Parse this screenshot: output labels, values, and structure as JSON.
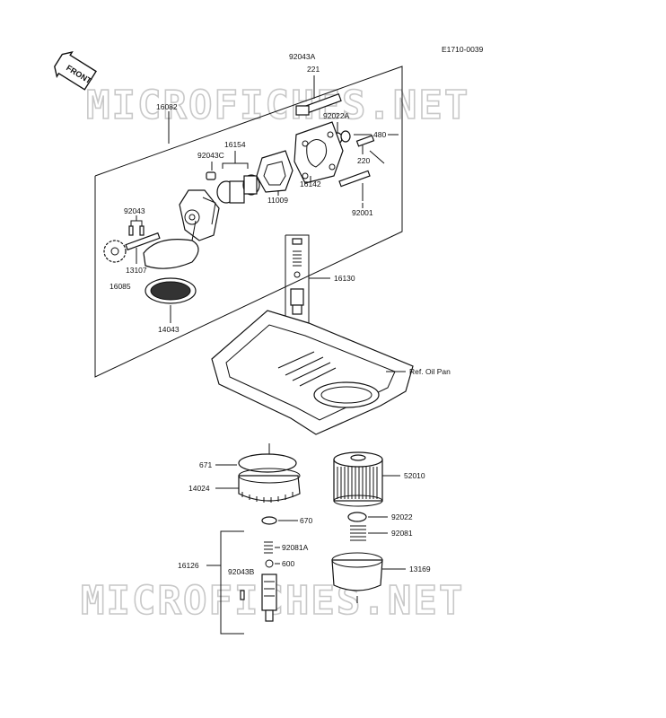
{
  "diagram": {
    "code": "E1710-0039",
    "front_label": "FRONT",
    "watermark": "MICROFICHES.NET",
    "labels": {
      "p92043A": "92043A",
      "p221": "221",
      "p16082": "16082",
      "p92022A": "92022A",
      "p480": "480",
      "p16154": "16154",
      "p92043C": "92043C",
      "p220": "220",
      "p16142": "16142",
      "p11009": "11009",
      "p92001": "92001",
      "p92043": "92043",
      "p13107": "13107",
      "p16085": "16085",
      "p16130": "16130",
      "p14043": "14043",
      "ref_oil_pan": "Ref. Oil Pan",
      "p671": "671",
      "p52010": "52010",
      "p14024": "14024",
      "p670": "670",
      "p92022": "92022",
      "p92081": "92081",
      "p92081A": "92081A",
      "p600": "600",
      "p16126": "16126",
      "p92043B": "92043B",
      "p13169": "13169"
    }
  }
}
